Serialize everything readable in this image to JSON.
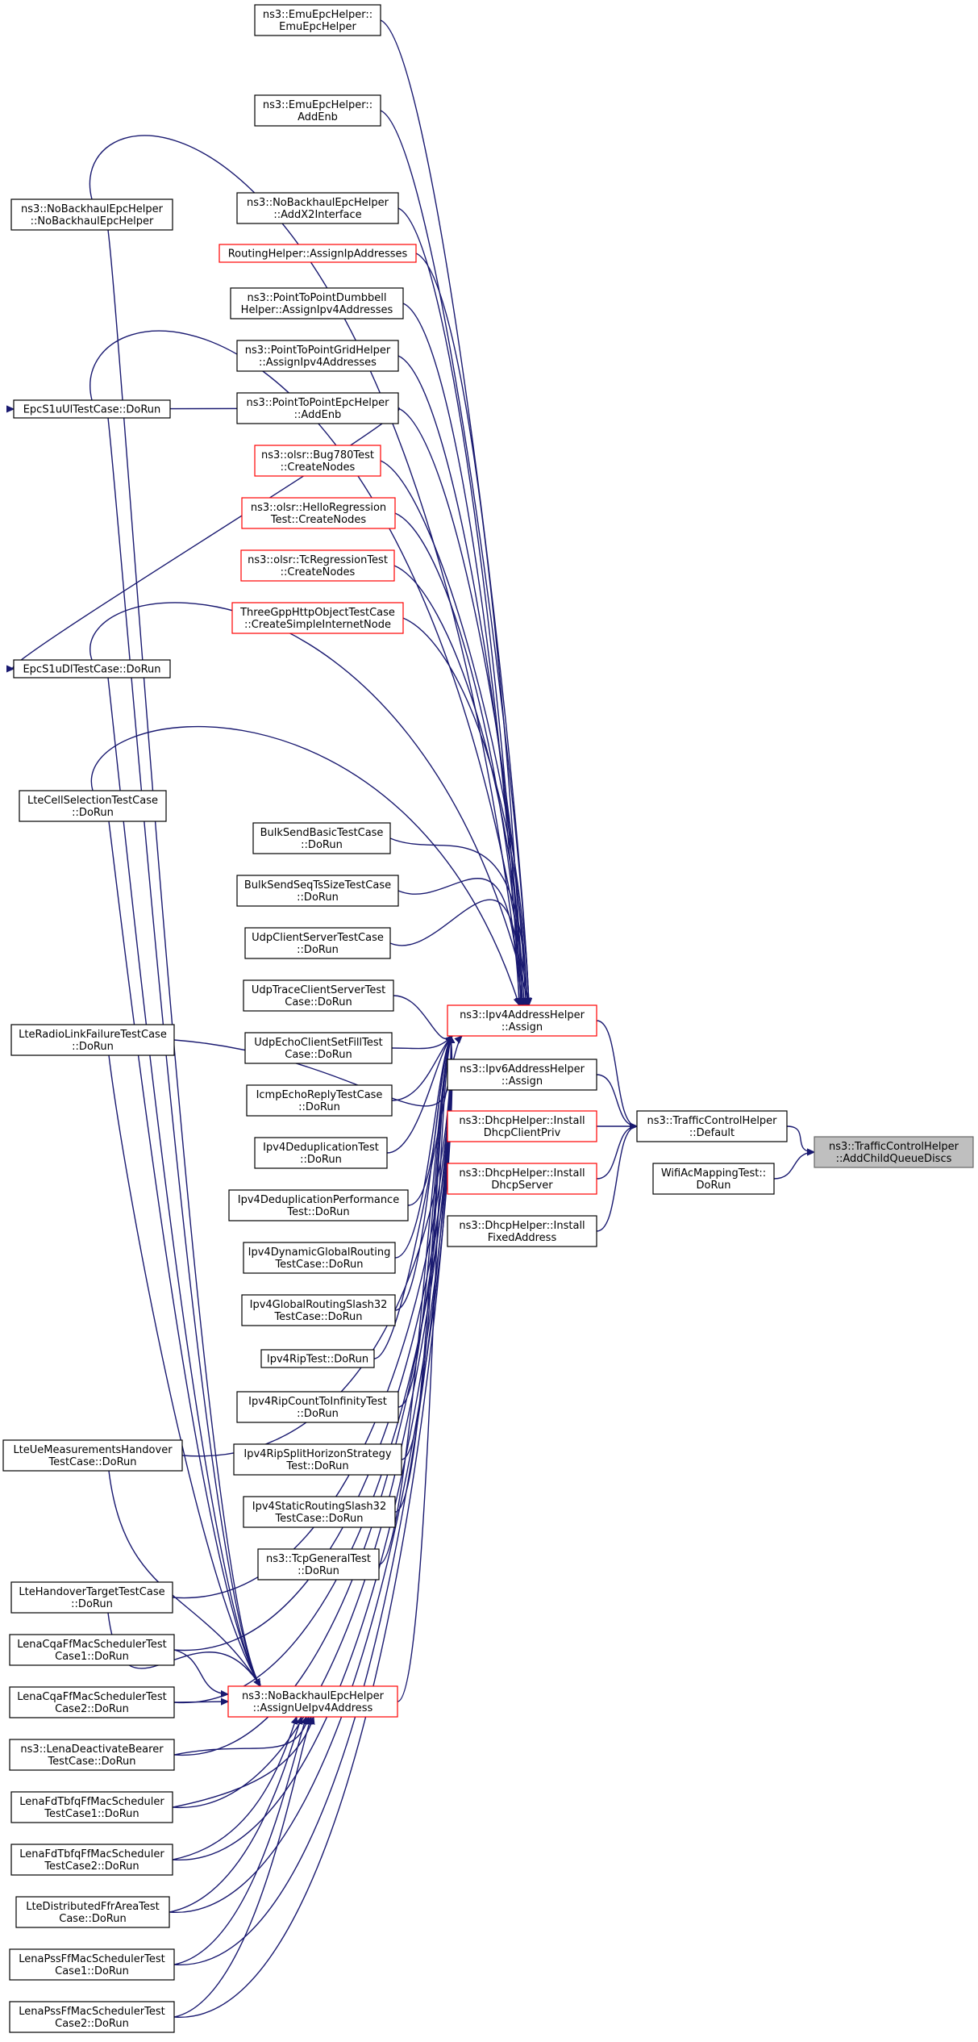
{
  "diagram": {
    "colors": {
      "edge": "#191970",
      "box_border": "#000000",
      "incomplete_border": "#ff0000",
      "root_fill": "#bfbfbf",
      "root_border": "#666666"
    },
    "nodes": [
      {
        "id": "root",
        "name": "node-addchildqueuediscs",
        "lines": [
          "ns3::TrafficControlHelper",
          "::AddChildQueueDiscs"
        ],
        "style": "root"
      },
      {
        "id": "tch_default",
        "name": "node-trafficcontrolhelper-default",
        "lines": [
          "ns3::TrafficControlHelper",
          "::Default"
        ],
        "style": "normal"
      },
      {
        "id": "wifiac",
        "name": "node-wifiacmappingtest-dorun",
        "lines": [
          "WifiAcMappingTest::",
          "DoRun"
        ],
        "style": "normal"
      },
      {
        "id": "ipv4assign",
        "name": "node-ipv4addresshelper-assign",
        "lines": [
          "ns3::Ipv4AddressHelper",
          "::Assign"
        ],
        "style": "red"
      },
      {
        "id": "ipv6assign",
        "name": "node-ipv6addresshelper-assign",
        "lines": [
          "ns3::Ipv6AddressHelper",
          "::Assign"
        ],
        "style": "normal"
      },
      {
        "id": "dhcp_priv",
        "name": "node-dhcphelper-installdhcpclientpriv",
        "lines": [
          "ns3::DhcpHelper::Install",
          "DhcpClientPriv"
        ],
        "style": "red"
      },
      {
        "id": "dhcp_server",
        "name": "node-dhcphelper-installdhcpserver",
        "lines": [
          "ns3::DhcpHelper::Install",
          "DhcpServer"
        ],
        "style": "red"
      },
      {
        "id": "dhcp_fixed",
        "name": "node-dhcphelper-installfixedaddress",
        "lines": [
          "ns3::DhcpHelper::Install",
          "FixedAddress"
        ],
        "style": "normal"
      },
      {
        "id": "emu_helper",
        "name": "node-emuepchelper-ctor",
        "lines": [
          "ns3::EmuEpcHelper::",
          "EmuEpcHelper"
        ],
        "style": "normal"
      },
      {
        "id": "emu_addenb",
        "name": "node-emuepchelper-addenb",
        "lines": [
          "ns3::EmuEpcHelper::",
          "AddEnb"
        ],
        "style": "normal"
      },
      {
        "id": "nobh_x2",
        "name": "node-nobackhaulepchelper-addx2interface",
        "lines": [
          "ns3::NoBackhaulEpcHelper",
          "::AddX2Interface"
        ],
        "style": "normal"
      },
      {
        "id": "routing",
        "name": "node-routinghelper-assignipaddresses",
        "lines": [
          "RoutingHelper::AssignIpAddresses"
        ],
        "style": "red"
      },
      {
        "id": "p2p_dumbbell",
        "name": "node-pointtopointdumbbellhelper-assignipv4addresses",
        "lines": [
          "ns3::PointToPointDumbbell",
          "Helper::AssignIpv4Addresses"
        ],
        "style": "normal"
      },
      {
        "id": "p2p_grid",
        "name": "node-pointtopointgridhelper-assignipv4addresses",
        "lines": [
          "ns3::PointToPointGridHelper",
          "::AssignIpv4Addresses"
        ],
        "style": "normal"
      },
      {
        "id": "p2p_epc_addenb",
        "name": "node-pointtopointepchelper-addenb",
        "lines": [
          "ns3::PointToPointEpcHelper",
          "::AddEnb"
        ],
        "style": "normal"
      },
      {
        "id": "olsr_bug780",
        "name": "node-olsr-bug780test-createnodes",
        "lines": [
          "ns3::olsr::Bug780Test",
          "::CreateNodes"
        ],
        "style": "red"
      },
      {
        "id": "olsr_hello",
        "name": "node-olsr-helloregressiontest-createnodes",
        "lines": [
          "ns3::olsr::HelloRegression",
          "Test::CreateNodes"
        ],
        "style": "red"
      },
      {
        "id": "olsr_tc",
        "name": "node-olsr-tcregressiontest-createnodes",
        "lines": [
          "ns3::olsr::TcRegressionTest",
          "::CreateNodes"
        ],
        "style": "red"
      },
      {
        "id": "threegpp",
        "name": "node-threegpphttpobjecttestcase-createsimpleinternetnode",
        "lines": [
          "ThreeGppHttpObjectTestCase",
          "::CreateSimpleInternetNode"
        ],
        "style": "red"
      },
      {
        "id": "bulk_basic",
        "name": "node-bulksendbasictestcase-dorun",
        "lines": [
          "BulkSendBasicTestCase",
          "::DoRun"
        ],
        "style": "normal"
      },
      {
        "id": "bulk_seq",
        "name": "node-bulksendseqtssizetestcase-dorun",
        "lines": [
          "BulkSendSeqTsSizeTestCase",
          "::DoRun"
        ],
        "style": "normal"
      },
      {
        "id": "udp_cs",
        "name": "node-udpclientservertestcase-dorun",
        "lines": [
          "UdpClientServerTestCase",
          "::DoRun"
        ],
        "style": "normal"
      },
      {
        "id": "udp_trace",
        "name": "node-udptraceclientservertest-dorun",
        "lines": [
          "UdpTraceClientServerTest",
          "Case::DoRun"
        ],
        "style": "normal"
      },
      {
        "id": "udp_echo",
        "name": "node-udpechoclientsetfilltest-dorun",
        "lines": [
          "UdpEchoClientSetFillTest",
          "Case::DoRun"
        ],
        "style": "normal"
      },
      {
        "id": "icmp",
        "name": "node-icmpechoreplytestcase-dorun",
        "lines": [
          "IcmpEchoReplyTestCase",
          "::DoRun"
        ],
        "style": "normal"
      },
      {
        "id": "ipv4_dedup",
        "name": "node-ipv4deduplicationtest-dorun",
        "lines": [
          "Ipv4DeduplicationTest",
          "::DoRun"
        ],
        "style": "normal"
      },
      {
        "id": "ipv4_dedup_perf",
        "name": "node-ipv4deduplicationperformancetest-dorun",
        "lines": [
          "Ipv4DeduplicationPerformance",
          "Test::DoRun"
        ],
        "style": "normal"
      },
      {
        "id": "ipv4_dyn",
        "name": "node-ipv4dynamicglobalroutingtestcase-dorun",
        "lines": [
          "Ipv4DynamicGlobalRouting",
          "TestCase::DoRun"
        ],
        "style": "normal"
      },
      {
        "id": "ipv4_gr32",
        "name": "node-ipv4globalroutingslash32testcase-dorun",
        "lines": [
          "Ipv4GlobalRoutingSlash32",
          "TestCase::DoRun"
        ],
        "style": "normal"
      },
      {
        "id": "ipv4_rip",
        "name": "node-ipv4riptest-dorun",
        "lines": [
          "Ipv4RipTest::DoRun"
        ],
        "style": "normal"
      },
      {
        "id": "ipv4_rip_inf",
        "name": "node-ipv4ripcounttoinfinitytest-dorun",
        "lines": [
          "Ipv4RipCountToInfinityTest",
          "::DoRun"
        ],
        "style": "normal"
      },
      {
        "id": "ipv4_rip_split",
        "name": "node-ipv4ripsplithorizonstrategytest-dorun",
        "lines": [
          "Ipv4RipSplitHorizonStrategy",
          "Test::DoRun"
        ],
        "style": "normal"
      },
      {
        "id": "ipv4_static32",
        "name": "node-ipv4staticroutingslash32testcase-dorun",
        "lines": [
          "Ipv4StaticRoutingSlash32",
          "TestCase::DoRun"
        ],
        "style": "normal"
      },
      {
        "id": "tcp_general",
        "name": "node-tcpgeneraltest-dorun",
        "lines": [
          "ns3::TcpGeneralTest",
          "::DoRun"
        ],
        "style": "normal"
      },
      {
        "id": "nobh_assignue",
        "name": "node-nobackhaulepchelper-assignueipv4address",
        "lines": [
          "ns3::NoBackhaulEpcHelper",
          "::AssignUeIpv4Address"
        ],
        "style": "red"
      },
      {
        "id": "nobh_ctor",
        "name": "node-nobackhaulepchelper-ctor",
        "lines": [
          "ns3::NoBackhaulEpcHelper",
          "::NoBackhaulEpcHelper"
        ],
        "style": "normal"
      },
      {
        "id": "epc_ul",
        "name": "node-epcs1uultestcase-dorun",
        "lines": [
          "EpcS1uUlTestCase::DoRun"
        ],
        "style": "normal"
      },
      {
        "id": "epc_dl",
        "name": "node-epcs1udltestcase-dorun",
        "lines": [
          "EpcS1uDlTestCase::DoRun"
        ],
        "style": "normal"
      },
      {
        "id": "lte_cellsel",
        "name": "node-ltecellselectiontestcase-dorun",
        "lines": [
          "LteCellSelectionTestCase",
          "::DoRun"
        ],
        "style": "normal"
      },
      {
        "id": "lte_rlf",
        "name": "node-lteradiolinkfailuretestcase-dorun",
        "lines": [
          "LteRadioLinkFailureTestCase",
          "::DoRun"
        ],
        "style": "normal"
      },
      {
        "id": "lte_uemeas",
        "name": "node-lteuemeasurementshandovertestcase-dorun",
        "lines": [
          "LteUeMeasurementsHandover",
          "TestCase::DoRun"
        ],
        "style": "normal"
      },
      {
        "id": "lte_hotarget",
        "name": "node-ltehandovertargettestcase-dorun",
        "lines": [
          "LteHandoverTargetTestCase",
          "::DoRun"
        ],
        "style": "normal"
      },
      {
        "id": "lena_cqa1",
        "name": "node-lenacqaffmacschedulertestcase1-dorun",
        "lines": [
          "LenaCqaFfMacSchedulerTest",
          "Case1::DoRun"
        ],
        "style": "normal"
      },
      {
        "id": "lena_cqa2",
        "name": "node-lenacqaffmacschedulertestcase2-dorun",
        "lines": [
          "LenaCqaFfMacSchedulerTest",
          "Case2::DoRun"
        ],
        "style": "normal"
      },
      {
        "id": "lena_deact",
        "name": "node-lenadeactivatebearertestcase-dorun",
        "lines": [
          "ns3::LenaDeactivateBearer",
          "TestCase::DoRun"
        ],
        "style": "normal"
      },
      {
        "id": "lena_fdtb1",
        "name": "node-lenafdtbfqffmacschedulertestcase1-dorun",
        "lines": [
          "LenaFdTbfqFfMacScheduler",
          "TestCase1::DoRun"
        ],
        "style": "normal"
      },
      {
        "id": "lena_fdtb2",
        "name": "node-lenafdtbfqffmacschedulertestcase2-dorun",
        "lines": [
          "LenaFdTbfqFfMacScheduler",
          "TestCase2::DoRun"
        ],
        "style": "normal"
      },
      {
        "id": "lte_dffr",
        "name": "node-ltedistributedffrareatestcase-dorun",
        "lines": [
          "LteDistributedFfrAreaTest",
          "Case::DoRun"
        ],
        "style": "normal"
      },
      {
        "id": "lena_pss1",
        "name": "node-lenapssffmacschedulertestcase1-dorun",
        "lines": [
          "LenaPssFfMacSchedulerTest",
          "Case1::DoRun"
        ],
        "style": "normal"
      },
      {
        "id": "lena_pss2",
        "name": "node-lenapssffmacschedulertestcase2-dorun",
        "lines": [
          "LenaPssFfMacSchedulerTest",
          "Case2::DoRun"
        ],
        "style": "normal"
      }
    ],
    "edges": [
      [
        "tch_default",
        "root"
      ],
      [
        "wifiac",
        "root"
      ],
      [
        "ipv4assign",
        "tch_default"
      ],
      [
        "ipv6assign",
        "tch_default"
      ],
      [
        "dhcp_priv",
        "tch_default"
      ],
      [
        "dhcp_server",
        "tch_default"
      ],
      [
        "dhcp_fixed",
        "tch_default"
      ],
      [
        "emu_helper",
        "ipv4assign"
      ],
      [
        "emu_addenb",
        "ipv4assign"
      ],
      [
        "nobh_x2",
        "ipv4assign"
      ],
      [
        "routing",
        "ipv4assign"
      ],
      [
        "p2p_dumbbell",
        "ipv4assign"
      ],
      [
        "p2p_grid",
        "ipv4assign"
      ],
      [
        "p2p_epc_addenb",
        "ipv4assign"
      ],
      [
        "olsr_bug780",
        "ipv4assign"
      ],
      [
        "olsr_hello",
        "ipv4assign"
      ],
      [
        "olsr_tc",
        "ipv4assign"
      ],
      [
        "threegpp",
        "ipv4assign"
      ],
      [
        "bulk_basic",
        "ipv4assign"
      ],
      [
        "bulk_seq",
        "ipv4assign"
      ],
      [
        "udp_cs",
        "ipv4assign"
      ],
      [
        "udp_trace",
        "ipv4assign"
      ],
      [
        "udp_echo",
        "ipv4assign"
      ],
      [
        "icmp",
        "ipv4assign"
      ],
      [
        "ipv4_dedup",
        "ipv4assign"
      ],
      [
        "ipv4_dedup_perf",
        "ipv4assign"
      ],
      [
        "ipv4_dyn",
        "ipv4assign"
      ],
      [
        "ipv4_gr32",
        "ipv4assign"
      ],
      [
        "ipv4_rip",
        "ipv4assign"
      ],
      [
        "ipv4_rip_inf",
        "ipv4assign"
      ],
      [
        "ipv4_rip_split",
        "ipv4assign"
      ],
      [
        "ipv4_static32",
        "ipv4assign"
      ],
      [
        "tcp_general",
        "ipv4assign"
      ],
      [
        "nobh_ctor",
        "ipv4assign"
      ],
      [
        "epc_ul",
        "ipv4assign"
      ],
      [
        "epc_dl",
        "ipv4assign"
      ],
      [
        "lte_cellsel",
        "ipv4assign"
      ],
      [
        "lte_rlf",
        "ipv4assign"
      ],
      [
        "lte_uemeas",
        "ipv4assign"
      ],
      [
        "lte_hotarget",
        "ipv4assign"
      ],
      [
        "lena_cqa1",
        "ipv4assign"
      ],
      [
        "lena_cqa2",
        "ipv4assign"
      ],
      [
        "lena_deact",
        "ipv4assign"
      ],
      [
        "lena_fdtb1",
        "ipv4assign"
      ],
      [
        "lena_fdtb2",
        "ipv4assign"
      ],
      [
        "lte_dffr",
        "ipv4assign"
      ],
      [
        "lena_pss1",
        "ipv4assign"
      ],
      [
        "lena_pss2",
        "ipv4assign"
      ],
      [
        "nobh_assignue",
        "ipv4assign"
      ],
      [
        "p2p_epc_addenb",
        "epc_ul"
      ],
      [
        "p2p_epc_addenb",
        "epc_dl"
      ],
      [
        "nobh_ctor",
        "nobh_assignue"
      ],
      [
        "epc_ul",
        "nobh_assignue"
      ],
      [
        "epc_dl",
        "nobh_assignue"
      ],
      [
        "lte_cellsel",
        "nobh_assignue"
      ],
      [
        "lte_rlf",
        "nobh_assignue"
      ],
      [
        "lte_uemeas",
        "nobh_assignue"
      ],
      [
        "lte_hotarget",
        "nobh_assignue"
      ],
      [
        "lena_cqa1",
        "nobh_assignue"
      ],
      [
        "lena_cqa2",
        "nobh_assignue"
      ],
      [
        "lena_deact",
        "nobh_assignue"
      ],
      [
        "lena_fdtb1",
        "nobh_assignue"
      ],
      [
        "lena_fdtb2",
        "nobh_assignue"
      ],
      [
        "lte_dffr",
        "nobh_assignue"
      ],
      [
        "lena_pss1",
        "nobh_assignue"
      ],
      [
        "lena_pss2",
        "nobh_assignue"
      ]
    ]
  }
}
